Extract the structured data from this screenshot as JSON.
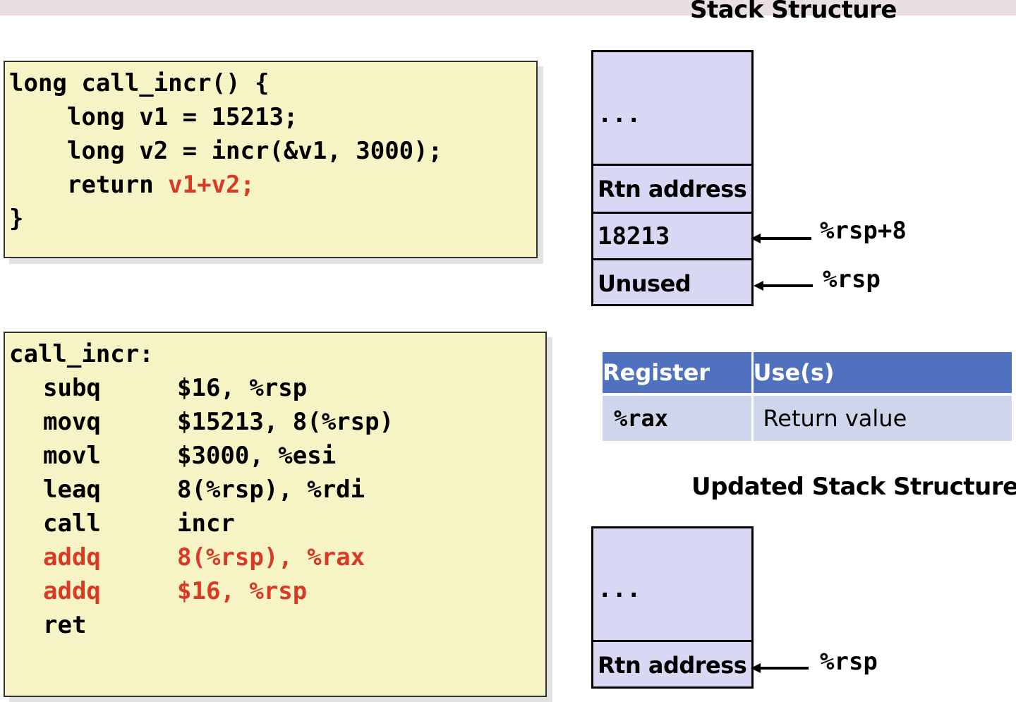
{
  "headings": {
    "stack_structure": "Stack Structure",
    "updated_stack_structure": "Updated Stack Structure"
  },
  "c_code": {
    "lines": [
      {
        "text": "long call_incr() {",
        "highlight": ""
      },
      {
        "text": "    long v1 = 15213;",
        "highlight": ""
      },
      {
        "text": "    long v2 = incr(&v1, 3000);",
        "highlight": ""
      },
      {
        "text": "    return ",
        "highlight": "v1+v2;"
      },
      {
        "text": "}",
        "highlight": ""
      }
    ]
  },
  "asm_code": {
    "label": "call_incr:",
    "instructions": [
      {
        "op": "subq",
        "args": "$16, %rsp",
        "highlight": false
      },
      {
        "op": "movq",
        "args": "$15213, 8(%rsp)",
        "highlight": false
      },
      {
        "op": "movl",
        "args": "$3000, %esi",
        "highlight": false
      },
      {
        "op": "leaq",
        "args": "8(%rsp), %rdi",
        "highlight": false
      },
      {
        "op": "call",
        "args": "incr",
        "highlight": false
      },
      {
        "op": "addq",
        "args": "8(%rsp), %rax",
        "highlight": true
      },
      {
        "op": "addq",
        "args": "$16, %rsp",
        "highlight": true
      },
      {
        "op": "ret",
        "args": "",
        "highlight": false
      }
    ]
  },
  "stack": {
    "cells": [
      "...",
      "Rtn address",
      "18213",
      "Unused"
    ],
    "pointers": [
      "%rsp+8",
      "%rsp"
    ]
  },
  "register_table": {
    "headers": [
      "Register",
      "Use(s)"
    ],
    "rows": [
      [
        "%rax",
        "Return value"
      ]
    ]
  },
  "updated_stack": {
    "cells": [
      "...",
      "Rtn address"
    ],
    "pointers": [
      "%rsp"
    ]
  },
  "colors": {
    "code_bg": "#f6f3c4",
    "highlight_red": "#d93a26",
    "stack_fill": "#d9d8f4",
    "table_header": "#4f71be",
    "table_row": "#cfd5ea"
  }
}
